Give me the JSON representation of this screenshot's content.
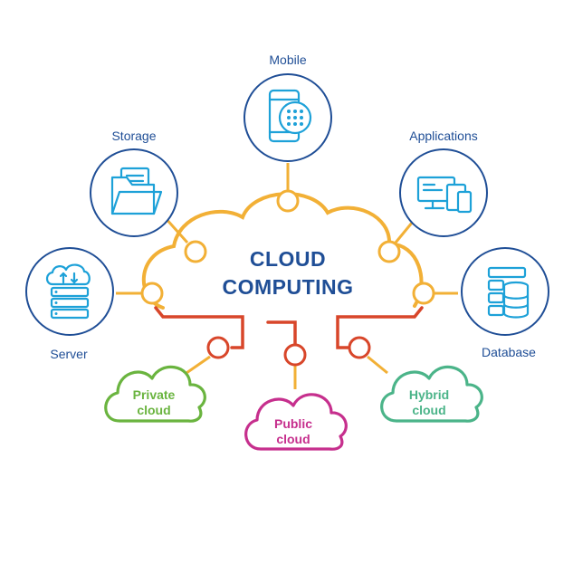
{
  "title": {
    "line1": "CLOUD",
    "line2": "COMPUTING"
  },
  "nodes": {
    "mobile": "Mobile",
    "storage": "Storage",
    "applications": "Applications",
    "server": "Server",
    "database": "Database"
  },
  "clouds": {
    "private": {
      "line1": "Private",
      "line2": "cloud"
    },
    "public": {
      "line1": "Public",
      "line2": "cloud"
    },
    "hybrid": {
      "line1": "Hybrid",
      "line2": "cloud"
    }
  },
  "colors": {
    "navy": "#1f4e96",
    "icon_blue": "#1da1d8",
    "connector_yellow": "#f2b036",
    "connector_red": "#d8462a",
    "private_green": "#6ab43f",
    "public_magenta": "#c62f8d",
    "hybrid_teal": "#4bb489"
  },
  "icons": [
    "mobile-icon",
    "storage-folder-icon",
    "applications-devices-icon",
    "server-icon",
    "database-icon",
    "cloud-icon"
  ]
}
